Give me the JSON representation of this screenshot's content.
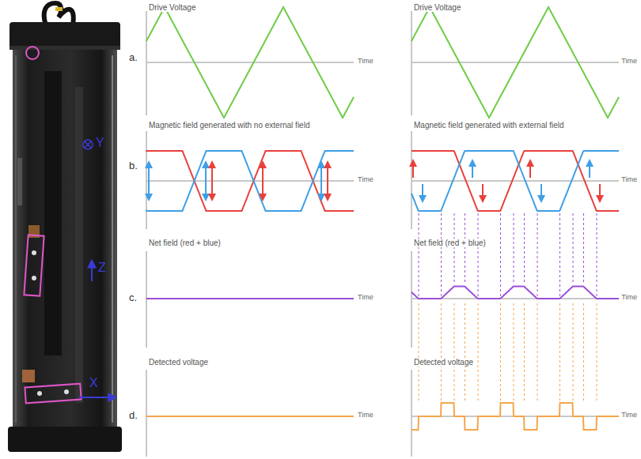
{
  "diagram": {
    "labels": [
      "Drive Voltage",
      "Drive Voltage",
      "a.",
      "Time",
      "Time",
      "Magnetic field generated with no external field",
      "Magnetic field generated with external field",
      "b.",
      "Time",
      "Time",
      "Net field (red + blue)",
      "Net field (red + blue)",
      "c.",
      "Time",
      "Time",
      "Detected voltage",
      "Detected voltage",
      "d.",
      "Time",
      "Time",
      "Y",
      "Z",
      "X"
    ]
  }
}
